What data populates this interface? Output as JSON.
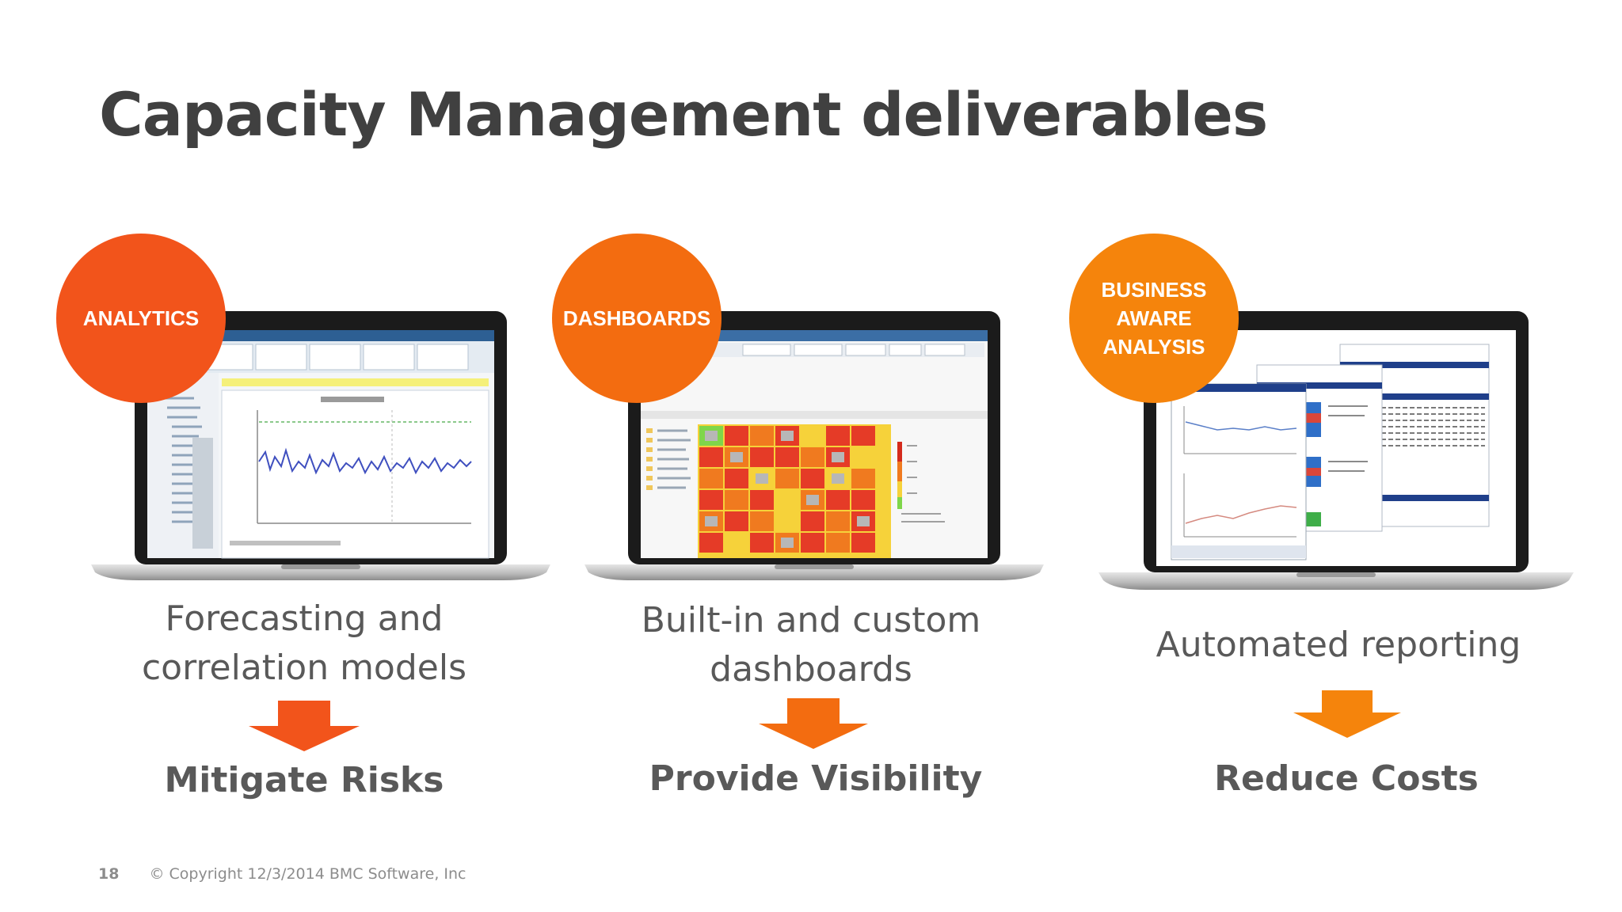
{
  "slide": {
    "title": "Capacity Management deliverables",
    "page_number": "18",
    "copyright": "© Copyright 12/3/2014 BMC Software, Inc"
  },
  "columns": [
    {
      "badge": "ANALYTICS",
      "description": "Forecasting and\ncorrelation models",
      "result": "Mitigate Risks",
      "color": "#f2541b"
    },
    {
      "badge": "DASHBOARDS",
      "description": "Built-in and custom\ndashboards",
      "result": "Provide Visibility",
      "color": "#f36c10"
    },
    {
      "badge": "BUSINESS\nAWARE\nANALYSIS",
      "description": "Automated reporting",
      "result": "Reduce Costs",
      "color": "#f5840c"
    }
  ],
  "icons": {
    "arrow": "down-arrow-icon",
    "laptop": "laptop-screenshot"
  }
}
